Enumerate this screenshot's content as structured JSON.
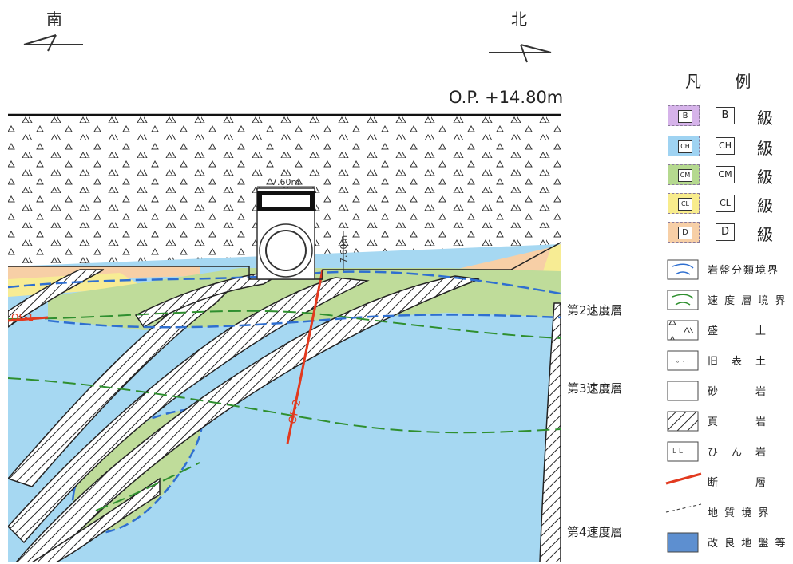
{
  "directions": {
    "south": "南",
    "north": "北"
  },
  "elevation_label": "O.P. +14.80m",
  "dimensions": {
    "width_label": "7.60m",
    "height_label": "7.60m"
  },
  "fault_label": "OF-2",
  "fault_label_left": "OF-1",
  "velocity_layers": [
    "第2速度層",
    "第3速度層",
    "第4速度層"
  ],
  "legend": {
    "title": "凡 例",
    "grades": [
      {
        "code": "B",
        "kyu": "級",
        "color": "#d6b3ea",
        "code_html": "B"
      },
      {
        "code": "CH",
        "kyu": "級",
        "color": "#9fd3f2",
        "code_html": "CH"
      },
      {
        "code": "CM",
        "kyu": "級",
        "color": "#b5d98f",
        "code_html": "CM"
      },
      {
        "code": "CL",
        "kyu": "級",
        "color": "#f8ec8c",
        "code_html": "CL"
      },
      {
        "code": "D",
        "kyu": "級",
        "color": "#f7cfa6",
        "code_html": "D"
      }
    ],
    "items": [
      {
        "label": "岩盤分類境界",
        "icon": "rock-class-boundary-icon"
      },
      {
        "label": "速 度 層 境 界",
        "icon": "velocity-boundary-icon"
      },
      {
        "label": "盛　　　土",
        "icon": "fill-icon"
      },
      {
        "label": "旧　表　土",
        "icon": "old-topsoil-icon"
      },
      {
        "label": "砂　　　岩",
        "icon": "sandstone-icon"
      },
      {
        "label": "頁　　　岩",
        "icon": "shale-icon"
      },
      {
        "label": "ひ　ん　岩",
        "icon": "porphyrite-icon"
      },
      {
        "label": "断　　　層",
        "icon": "fault-icon"
      },
      {
        "label": "地 質 境 界",
        "icon": "geologic-boundary-icon"
      },
      {
        "label": "改 良 地 盤 等",
        "icon": "improved-ground-icon"
      }
    ]
  },
  "colors": {
    "fill_bg": "#ffffff",
    "ch": "#a6d8f2",
    "cm": "#bfdc9a",
    "cl": "#f7ec94",
    "d": "#f7cfa6",
    "rock_boundary": "#2f6fd0",
    "velocity_boundary": "#2f8f2f",
    "fault": "#e23a1f",
    "improved": "#5d8fd0"
  }
}
